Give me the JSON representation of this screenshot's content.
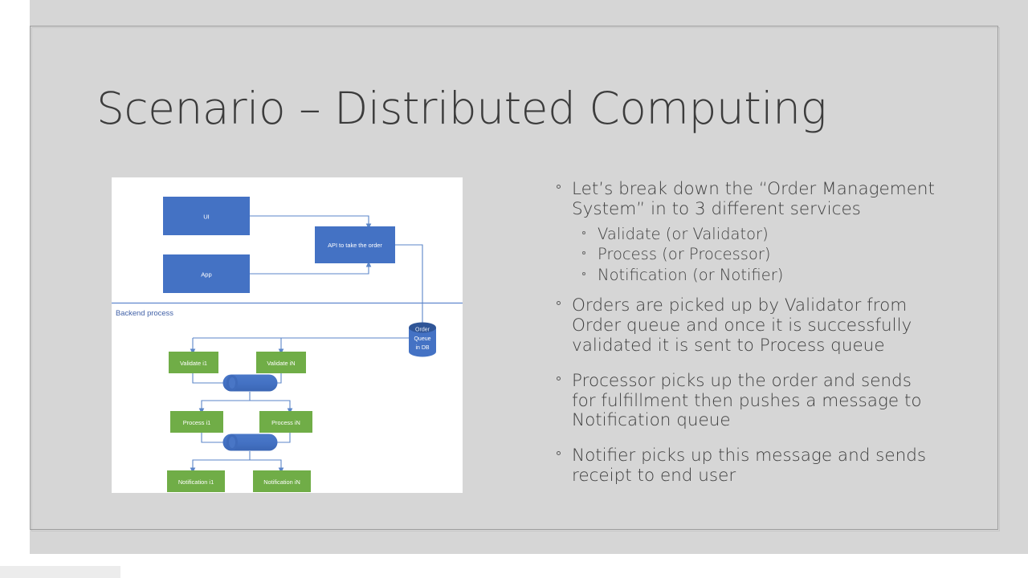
{
  "slide": {
    "title": "Scenario – Distributed Computing",
    "colors": {
      "slide_background": "#d6d6d6",
      "frame_border": "#9d9d9d",
      "title_text": "#3c3c3c",
      "body_text": "#3f3f3f",
      "diagram_blue": "#4472c4",
      "diagram_blue_dark": "#2f5597",
      "diagram_green": "#70ad47",
      "connector_blue": "#5b86c8",
      "diagram_panel_background": "#ffffff"
    }
  },
  "diagram": {
    "panel_label": "Backend process",
    "blue_boxes": [
      {
        "id": "ui",
        "label": "UI"
      },
      {
        "id": "app",
        "label": "App"
      },
      {
        "id": "api",
        "label": "API to take the order"
      }
    ],
    "queue_db": {
      "lines": [
        "Order",
        "Queue",
        "in DB"
      ]
    },
    "green_boxes": [
      {
        "id": "validate-i1",
        "label": "Validate i1"
      },
      {
        "id": "validate-in",
        "label": "Validate iN"
      },
      {
        "id": "process-i1",
        "label": "Process i1"
      },
      {
        "id": "process-in",
        "label": "Process iN"
      },
      {
        "id": "notification-i1",
        "label": "Notification i1"
      },
      {
        "id": "notification-in",
        "label": "Notification iN"
      }
    ],
    "queue_pills": [
      {
        "id": "process-queue"
      },
      {
        "id": "notification-queue"
      }
    ]
  },
  "bullets": [
    {
      "text": "Let’s break down the “Order Management System” in to 3 different services",
      "children": [
        "Validate (or Validator)",
        "Process (or Processor)",
        "Notification (or Notifier)"
      ]
    },
    {
      "text": "Orders are picked up by Validator from Order queue and once it is successfully validated it is sent to Process queue",
      "children": []
    },
    {
      "text": "Processor picks up the order and sends for fulfillment then pushes a message to Notification queue",
      "children": []
    },
    {
      "text": "Notifier picks up this message and sends receipt to end user",
      "children": []
    }
  ]
}
